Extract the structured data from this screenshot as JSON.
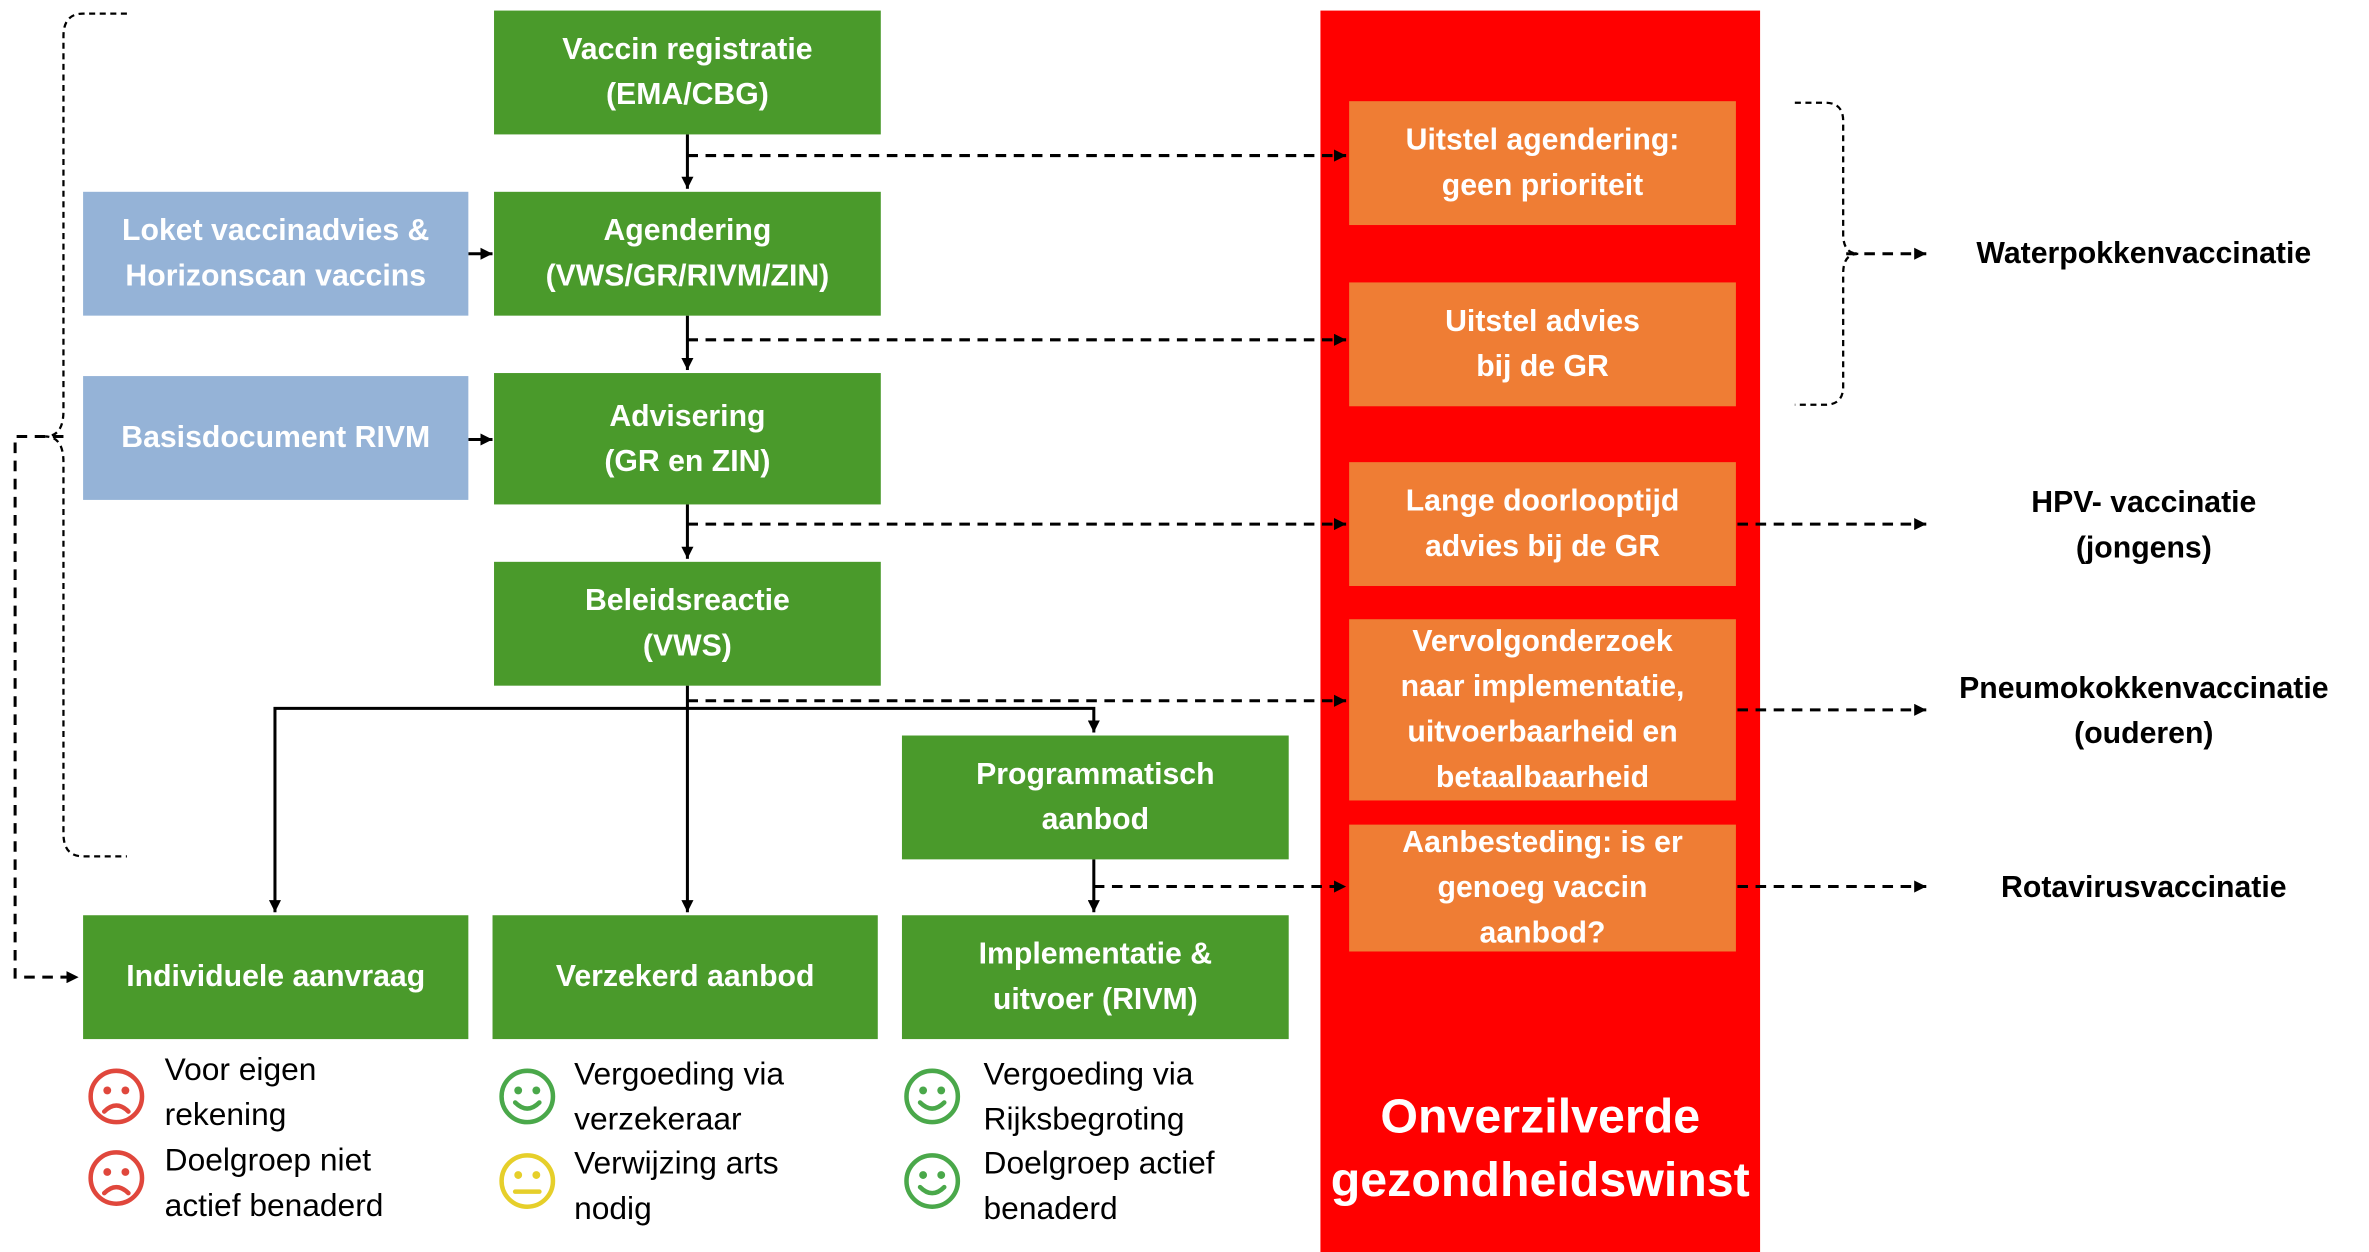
{
  "colors": {
    "green": "#4a9a2b",
    "blue": "#95b3d7",
    "orange": "#ef7d34",
    "red": "#ff0000",
    "smiley_sad": "#e0473c",
    "smiley_happy": "#4aa84a",
    "smiley_neutral": "#e6cf2a"
  },
  "process": {
    "vaccin_registratie": [
      "Vaccin registratie",
      "(EMA/CBG)"
    ],
    "agendering": [
      "Agendering",
      "(VWS/GR/RIVM/ZIN)"
    ],
    "advisering": [
      "Advisering",
      "(GR en ZIN)"
    ],
    "beleidsreactie": [
      "Beleidsreactie",
      "(VWS)"
    ],
    "programmatisch": [
      "Programmatisch",
      "aanbod"
    ]
  },
  "inputs": {
    "loket": [
      "Loket vaccinadvies &",
      "Horizonscan vaccins"
    ],
    "basisdocument": "Basisdocument RIVM"
  },
  "routes": {
    "individueel": "Individuele aanvraag",
    "verzekerd": "Verzekerd aanbod",
    "implementatie": [
      "Implementatie &",
      "uitvoer (RIVM)"
    ]
  },
  "barriers": {
    "uitstel_agendering": [
      "Uitstel agendering:",
      "geen prioriteit"
    ],
    "uitstel_advies": [
      "Uitstel advies",
      "bij de GR"
    ],
    "lange_doorlooptijd": [
      "Lange doorlooptijd",
      "advies bij de GR"
    ],
    "vervolgonderzoek": [
      "Vervolgonderzoek",
      "naar implementatie,",
      "uitvoerbaarheid en",
      "betaalbaarheid"
    ],
    "aanbesteding": [
      "Aanbesteding: is er",
      "genoeg vaccin",
      "aanbod?"
    ]
  },
  "panel_title": [
    "Onverzilverde",
    "gezondheidswinst"
  ],
  "outcomes": {
    "waterpokken": "Waterpokkenvaccinatie",
    "hpv": [
      "HPV- vaccinatie",
      "(jongens)"
    ],
    "pneumokokken": [
      "Pneumokokkenvaccinatie",
      "(ouderen)"
    ],
    "rotavirus": "Rotavirusvaccinatie"
  },
  "notes": {
    "individueel": [
      {
        "icon": "sad",
        "lines": [
          "Voor eigen",
          "rekening"
        ]
      },
      {
        "icon": "sad",
        "lines": [
          "Doelgroep niet",
          "actief benaderd"
        ]
      }
    ],
    "verzekerd": [
      {
        "icon": "happy",
        "lines": [
          "Vergoeding via",
          "verzekeraar"
        ]
      },
      {
        "icon": "neutral",
        "lines": [
          "Verwijzing arts",
          "nodig"
        ]
      }
    ],
    "implementatie": [
      {
        "icon": "happy",
        "lines": [
          "Vergoeding via",
          "Rijksbegroting"
        ]
      },
      {
        "icon": "happy",
        "lines": [
          "Doelgroep actief",
          "benaderd"
        ]
      }
    ]
  }
}
